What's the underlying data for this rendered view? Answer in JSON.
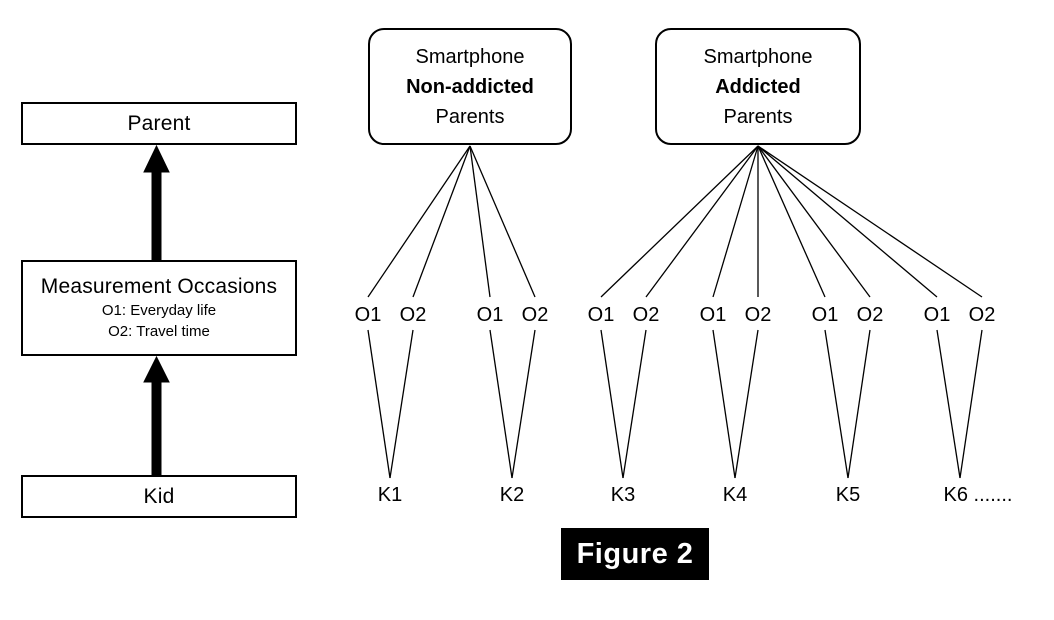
{
  "figure": {
    "caption": "Figure 2"
  },
  "left_panel": {
    "levels": [
      {
        "name": "parent",
        "label": "Parent"
      },
      {
        "name": "measurement-occasions",
        "label": "Measurement Occasions",
        "sub_lines": [
          "O1: Everyday life",
          "O2: Travel time"
        ]
      },
      {
        "name": "kid",
        "label": "Kid"
      }
    ],
    "arrows": [
      {
        "from": "kid",
        "to": "measurement-occasions"
      },
      {
        "from": "measurement-occasions",
        "to": "parent"
      }
    ]
  },
  "right_panel": {
    "groups": [
      {
        "name": "non-addicted",
        "line1": "Smartphone",
        "line2": "Non-addicted",
        "line3": "Parents",
        "kids": [
          "K1",
          "K2"
        ]
      },
      {
        "name": "addicted",
        "line1": "Smartphone",
        "line2": "Addicted",
        "line3": "Parents",
        "kids": [
          "K3",
          "K4",
          "K5",
          "K6 ......."
        ]
      }
    ],
    "occasion_labels": [
      "O1",
      "O2"
    ],
    "occasions": [
      "O1",
      "O2",
      "O1",
      "O2",
      "O1",
      "O2",
      "O1",
      "O2",
      "O1",
      "O2",
      "O1",
      "O2"
    ],
    "kids": [
      "K1",
      "K2",
      "K3",
      "K4",
      "K5",
      "K6 ......."
    ]
  },
  "colors": {
    "stroke": "#000000",
    "background": "#ffffff",
    "caption_bg": "#000000",
    "caption_fg": "#ffffff"
  }
}
